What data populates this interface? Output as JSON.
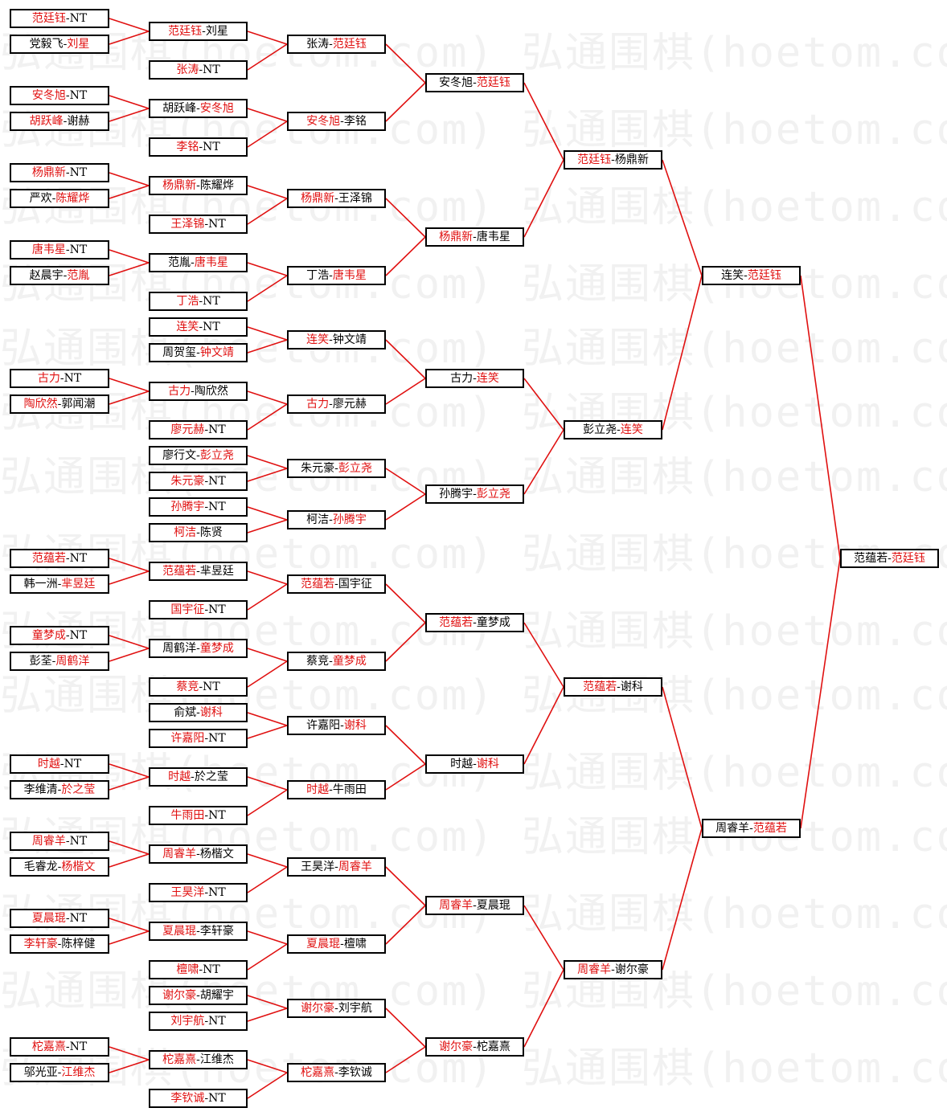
{
  "watermark": {
    "text": "弘通围棋(hoetom.com) 弘通围棋(hoetom.com)"
  },
  "colors": {
    "winner_text": "#e01010",
    "loser_text": "#000000",
    "connector": "#e01010",
    "box_border": "#000000"
  },
  "rounds": [
    {
      "round": 1,
      "matches": [
        {
          "id": "r1-1",
          "p1": "范廷钰",
          "p2": "NT",
          "winner": 1
        },
        {
          "id": "r1-2",
          "p1": "党毅飞",
          "p2": "刘星",
          "winner": 2
        },
        {
          "id": "r1-3",
          "p1": "安冬旭",
          "p2": "NT",
          "winner": 1
        },
        {
          "id": "r1-4",
          "p1": "胡跃峰",
          "p2": "谢赫",
          "winner": 1
        },
        {
          "id": "r1-5",
          "p1": "杨鼎新",
          "p2": "NT",
          "winner": 1
        },
        {
          "id": "r1-6",
          "p1": "严欢",
          "p2": "陈耀烨",
          "winner": 2
        },
        {
          "id": "r1-7",
          "p1": "唐韦星",
          "p2": "NT",
          "winner": 1
        },
        {
          "id": "r1-8",
          "p1": "赵晨宇",
          "p2": "范胤",
          "winner": 2
        },
        {
          "id": "r1-9",
          "p1": "古力",
          "p2": "NT",
          "winner": 1
        },
        {
          "id": "r1-10",
          "p1": "陶欣然",
          "p2": "郭闻潮",
          "winner": 1
        },
        {
          "id": "r1-11",
          "p1": "范蕴若",
          "p2": "NT",
          "winner": 1
        },
        {
          "id": "r1-12",
          "p1": "韩一洲",
          "p2": "芈昱廷",
          "winner": 2
        },
        {
          "id": "r1-13",
          "p1": "童梦成",
          "p2": "NT",
          "winner": 1
        },
        {
          "id": "r1-14",
          "p1": "彭荃",
          "p2": "周鹤洋",
          "winner": 2
        },
        {
          "id": "r1-15",
          "p1": "时越",
          "p2": "NT",
          "winner": 1
        },
        {
          "id": "r1-16",
          "p1": "李维清",
          "p2": "於之莹",
          "winner": 2
        },
        {
          "id": "r1-17",
          "p1": "周睿羊",
          "p2": "NT",
          "winner": 1
        },
        {
          "id": "r1-18",
          "p1": "毛睿龙",
          "p2": "杨楷文",
          "winner": 2
        },
        {
          "id": "r1-19",
          "p1": "夏晨琨",
          "p2": "NT",
          "winner": 1
        },
        {
          "id": "r1-20",
          "p1": "李轩豪",
          "p2": "陈梓健",
          "winner": 1
        },
        {
          "id": "r1-21",
          "p1": "柁嘉熹",
          "p2": "NT",
          "winner": 1
        },
        {
          "id": "r1-22",
          "p1": "邬光亚",
          "p2": "江维杰",
          "winner": 2
        }
      ]
    },
    {
      "round": 2,
      "matches": [
        {
          "id": "r2-1",
          "p1": "范廷钰",
          "p2": "刘星",
          "winner": 1
        },
        {
          "id": "r2-2",
          "p1": "张涛",
          "p2": "NT",
          "winner": 1
        },
        {
          "id": "r2-3",
          "p1": "胡跃峰",
          "p2": "安冬旭",
          "winner": 2
        },
        {
          "id": "r2-4",
          "p1": "李铭",
          "p2": "NT",
          "winner": 1
        },
        {
          "id": "r2-5",
          "p1": "杨鼎新",
          "p2": "陈耀烨",
          "winner": 1
        },
        {
          "id": "r2-6",
          "p1": "王泽锦",
          "p2": "NT",
          "winner": 1
        },
        {
          "id": "r2-7",
          "p1": "范胤",
          "p2": "唐韦星",
          "winner": 2
        },
        {
          "id": "r2-8",
          "p1": "丁浩",
          "p2": "NT",
          "winner": 1
        },
        {
          "id": "r2-9",
          "p1": "连笑",
          "p2": "NT",
          "winner": 1
        },
        {
          "id": "r2-10",
          "p1": "周贺玺",
          "p2": "钟文靖",
          "winner": 2
        },
        {
          "id": "r2-11",
          "p1": "古力",
          "p2": "陶欣然",
          "winner": 1
        },
        {
          "id": "r2-12",
          "p1": "廖元赫",
          "p2": "NT",
          "winner": 1
        },
        {
          "id": "r2-13",
          "p1": "廖行文",
          "p2": "彭立尧",
          "winner": 2
        },
        {
          "id": "r2-14",
          "p1": "朱元豪",
          "p2": "NT",
          "winner": 1
        },
        {
          "id": "r2-15",
          "p1": "孙腾宇",
          "p2": "NT",
          "winner": 1
        },
        {
          "id": "r2-16",
          "p1": "柯洁",
          "p2": "陈贤",
          "winner": 1
        },
        {
          "id": "r2-17",
          "p1": "范蕴若",
          "p2": "芈昱廷",
          "winner": 1
        },
        {
          "id": "r2-18",
          "p1": "国宇征",
          "p2": "NT",
          "winner": 1
        },
        {
          "id": "r2-19",
          "p1": "周鹤洋",
          "p2": "童梦成",
          "winner": 2
        },
        {
          "id": "r2-20",
          "p1": "蔡竞",
          "p2": "NT",
          "winner": 1
        },
        {
          "id": "r2-21",
          "p1": "俞斌",
          "p2": "谢科",
          "winner": 2
        },
        {
          "id": "r2-22",
          "p1": "许嘉阳",
          "p2": "NT",
          "winner": 1
        },
        {
          "id": "r2-23",
          "p1": "时越",
          "p2": "於之莹",
          "winner": 1
        },
        {
          "id": "r2-24",
          "p1": "牛雨田",
          "p2": "NT",
          "winner": 1
        },
        {
          "id": "r2-25",
          "p1": "周睿羊",
          "p2": "杨楷文",
          "winner": 1
        },
        {
          "id": "r2-26",
          "p1": "王昊洋",
          "p2": "NT",
          "winner": 1
        },
        {
          "id": "r2-27",
          "p1": "夏晨琨",
          "p2": "李轩豪",
          "winner": 1
        },
        {
          "id": "r2-28",
          "p1": "檀啸",
          "p2": "NT",
          "winner": 1
        },
        {
          "id": "r2-29",
          "p1": "谢尔豪",
          "p2": "胡耀宇",
          "winner": 1
        },
        {
          "id": "r2-30",
          "p1": "刘宇航",
          "p2": "NT",
          "winner": 1
        },
        {
          "id": "r2-31",
          "p1": "柁嘉熹",
          "p2": "江维杰",
          "winner": 1
        },
        {
          "id": "r2-32",
          "p1": "李钦诚",
          "p2": "NT",
          "winner": 1
        }
      ]
    },
    {
      "round": 3,
      "matches": [
        {
          "id": "r3-1",
          "p1": "张涛",
          "p2": "范廷钰",
          "winner": 2
        },
        {
          "id": "r3-2",
          "p1": "安冬旭",
          "p2": "李铭",
          "winner": 1
        },
        {
          "id": "r3-3",
          "p1": "杨鼎新",
          "p2": "王泽锦",
          "winner": 1
        },
        {
          "id": "r3-4",
          "p1": "丁浩",
          "p2": "唐韦星",
          "winner": 2
        },
        {
          "id": "r3-5",
          "p1": "连笑",
          "p2": "钟文靖",
          "winner": 1
        },
        {
          "id": "r3-6",
          "p1": "古力",
          "p2": "廖元赫",
          "winner": 1
        },
        {
          "id": "r3-7",
          "p1": "朱元豪",
          "p2": "彭立尧",
          "winner": 2
        },
        {
          "id": "r3-8",
          "p1": "柯洁",
          "p2": "孙腾宇",
          "winner": 2
        },
        {
          "id": "r3-9",
          "p1": "范蕴若",
          "p2": "国宇征",
          "winner": 1
        },
        {
          "id": "r3-10",
          "p1": "蔡竞",
          "p2": "童梦成",
          "winner": 2
        },
        {
          "id": "r3-11",
          "p1": "许嘉阳",
          "p2": "谢科",
          "winner": 2
        },
        {
          "id": "r3-12",
          "p1": "时越",
          "p2": "牛雨田",
          "winner": 1
        },
        {
          "id": "r3-13",
          "p1": "王昊洋",
          "p2": "周睿羊",
          "winner": 2
        },
        {
          "id": "r3-14",
          "p1": "夏晨琨",
          "p2": "檀啸",
          "winner": 1
        },
        {
          "id": "r3-15",
          "p1": "谢尔豪",
          "p2": "刘宇航",
          "winner": 1
        },
        {
          "id": "r3-16",
          "p1": "柁嘉熹",
          "p2": "李钦诚",
          "winner": 1
        }
      ]
    },
    {
      "round": 4,
      "matches": [
        {
          "id": "r4-1",
          "p1": "安冬旭",
          "p2": "范廷钰",
          "winner": 2
        },
        {
          "id": "r4-2",
          "p1": "杨鼎新",
          "p2": "唐韦星",
          "winner": 1
        },
        {
          "id": "r4-3",
          "p1": "古力",
          "p2": "连笑",
          "winner": 2
        },
        {
          "id": "r4-4",
          "p1": "孙腾宇",
          "p2": "彭立尧",
          "winner": 2
        },
        {
          "id": "r4-5",
          "p1": "范蕴若",
          "p2": "童梦成",
          "winner": 1
        },
        {
          "id": "r4-6",
          "p1": "时越",
          "p2": "谢科",
          "winner": 2
        },
        {
          "id": "r4-7",
          "p1": "周睿羊",
          "p2": "夏晨琨",
          "winner": 1
        },
        {
          "id": "r4-8",
          "p1": "谢尔豪",
          "p2": "柁嘉熹",
          "winner": 1
        }
      ]
    },
    {
      "round": 5,
      "matches": [
        {
          "id": "r5-1",
          "p1": "范廷钰",
          "p2": "杨鼎新",
          "winner": 1
        },
        {
          "id": "r5-2",
          "p1": "彭立尧",
          "p2": "连笑",
          "winner": 2
        },
        {
          "id": "r5-3",
          "p1": "范蕴若",
          "p2": "谢科",
          "winner": 1
        },
        {
          "id": "r5-4",
          "p1": "周睿羊",
          "p2": "谢尔豪",
          "winner": 1
        }
      ]
    },
    {
      "round": 6,
      "matches": [
        {
          "id": "r6-1",
          "p1": "连笑",
          "p2": "范廷钰",
          "winner": 2
        },
        {
          "id": "r6-2",
          "p1": "周睿羊",
          "p2": "范蕴若",
          "winner": 2
        }
      ]
    },
    {
      "round": 7,
      "matches": [
        {
          "id": "r7-1",
          "p1": "范蕴若",
          "p2": "范廷钰",
          "winner": 2
        }
      ]
    }
  ],
  "edges": [
    [
      "r1-1",
      "r2-1"
    ],
    [
      "r1-2",
      "r2-1"
    ],
    [
      "r1-3",
      "r2-3"
    ],
    [
      "r1-4",
      "r2-3"
    ],
    [
      "r1-5",
      "r2-5"
    ],
    [
      "r1-6",
      "r2-5"
    ],
    [
      "r1-7",
      "r2-7"
    ],
    [
      "r1-8",
      "r2-7"
    ],
    [
      "r1-9",
      "r2-11"
    ],
    [
      "r1-10",
      "r2-11"
    ],
    [
      "r1-11",
      "r2-17"
    ],
    [
      "r1-12",
      "r2-17"
    ],
    [
      "r1-13",
      "r2-19"
    ],
    [
      "r1-14",
      "r2-19"
    ],
    [
      "r1-15",
      "r2-23"
    ],
    [
      "r1-16",
      "r2-23"
    ],
    [
      "r1-17",
      "r2-25"
    ],
    [
      "r1-18",
      "r2-25"
    ],
    [
      "r1-19",
      "r2-27"
    ],
    [
      "r1-20",
      "r2-27"
    ],
    [
      "r1-21",
      "r2-31"
    ],
    [
      "r1-22",
      "r2-31"
    ],
    [
      "r2-1",
      "r3-1"
    ],
    [
      "r2-2",
      "r3-1"
    ],
    [
      "r2-3",
      "r3-2"
    ],
    [
      "r2-4",
      "r3-2"
    ],
    [
      "r2-5",
      "r3-3"
    ],
    [
      "r2-6",
      "r3-3"
    ],
    [
      "r2-7",
      "r3-4"
    ],
    [
      "r2-8",
      "r3-4"
    ],
    [
      "r2-9",
      "r3-5"
    ],
    [
      "r2-10",
      "r3-5"
    ],
    [
      "r2-11",
      "r3-6"
    ],
    [
      "r2-12",
      "r3-6"
    ],
    [
      "r2-13",
      "r3-7"
    ],
    [
      "r2-14",
      "r3-7"
    ],
    [
      "r2-15",
      "r3-8"
    ],
    [
      "r2-16",
      "r3-8"
    ],
    [
      "r2-17",
      "r3-9"
    ],
    [
      "r2-18",
      "r3-9"
    ],
    [
      "r2-19",
      "r3-10"
    ],
    [
      "r2-20",
      "r3-10"
    ],
    [
      "r2-21",
      "r3-11"
    ],
    [
      "r2-22",
      "r3-11"
    ],
    [
      "r2-23",
      "r3-12"
    ],
    [
      "r2-24",
      "r3-12"
    ],
    [
      "r2-25",
      "r3-13"
    ],
    [
      "r2-26",
      "r3-13"
    ],
    [
      "r2-27",
      "r3-14"
    ],
    [
      "r2-28",
      "r3-14"
    ],
    [
      "r2-29",
      "r3-15"
    ],
    [
      "r2-30",
      "r3-15"
    ],
    [
      "r2-31",
      "r3-16"
    ],
    [
      "r2-32",
      "r3-16"
    ],
    [
      "r3-1",
      "r4-1"
    ],
    [
      "r3-2",
      "r4-1"
    ],
    [
      "r3-3",
      "r4-2"
    ],
    [
      "r3-4",
      "r4-2"
    ],
    [
      "r3-5",
      "r4-3"
    ],
    [
      "r3-6",
      "r4-3"
    ],
    [
      "r3-7",
      "r4-4"
    ],
    [
      "r3-8",
      "r4-4"
    ],
    [
      "r3-9",
      "r4-5"
    ],
    [
      "r3-10",
      "r4-5"
    ],
    [
      "r3-11",
      "r4-6"
    ],
    [
      "r3-12",
      "r4-6"
    ],
    [
      "r3-13",
      "r4-7"
    ],
    [
      "r3-14",
      "r4-7"
    ],
    [
      "r3-15",
      "r4-8"
    ],
    [
      "r3-16",
      "r4-8"
    ],
    [
      "r4-1",
      "r5-1"
    ],
    [
      "r4-2",
      "r5-1"
    ],
    [
      "r4-3",
      "r5-2"
    ],
    [
      "r4-4",
      "r5-2"
    ],
    [
      "r4-5",
      "r5-3"
    ],
    [
      "r4-6",
      "r5-3"
    ],
    [
      "r4-7",
      "r5-4"
    ],
    [
      "r4-8",
      "r5-4"
    ],
    [
      "r5-1",
      "r6-1"
    ],
    [
      "r5-2",
      "r6-1"
    ],
    [
      "r5-3",
      "r6-2"
    ],
    [
      "r5-4",
      "r6-2"
    ],
    [
      "r6-1",
      "r7-1"
    ],
    [
      "r6-2",
      "r7-1"
    ]
  ]
}
